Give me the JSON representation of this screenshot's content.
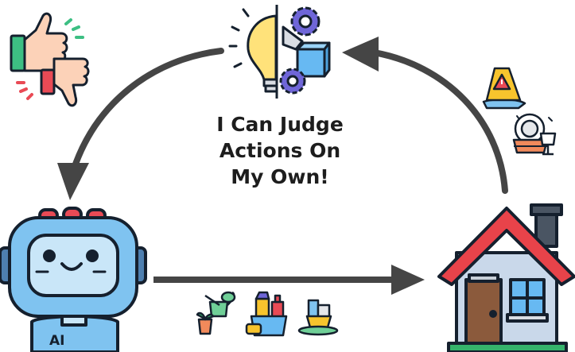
{
  "caption": {
    "line1": "I Can Judge",
    "line2": "Actions On",
    "line3": "My Own!"
  },
  "robot": {
    "chest_label": "AI"
  },
  "colors": {
    "arrow": "#454545",
    "outline": "#15202e",
    "robot_blue": "#7fc3f0",
    "roof_red": "#e8434a",
    "bulb_yellow": "#ffe27a",
    "gear_purple": "#6f66d8",
    "cube_blue": "#67b9f2",
    "grass_green": "#35b36b"
  },
  "icons": [
    "thumbs-up-down-icon",
    "lightbulb-gears-icon",
    "wet-floor-sign-icon",
    "dishes-icon",
    "robot-icon",
    "house-icon",
    "watering-can-icon",
    "cleaning-supplies-icon",
    "dirty-dishes-icon"
  ]
}
